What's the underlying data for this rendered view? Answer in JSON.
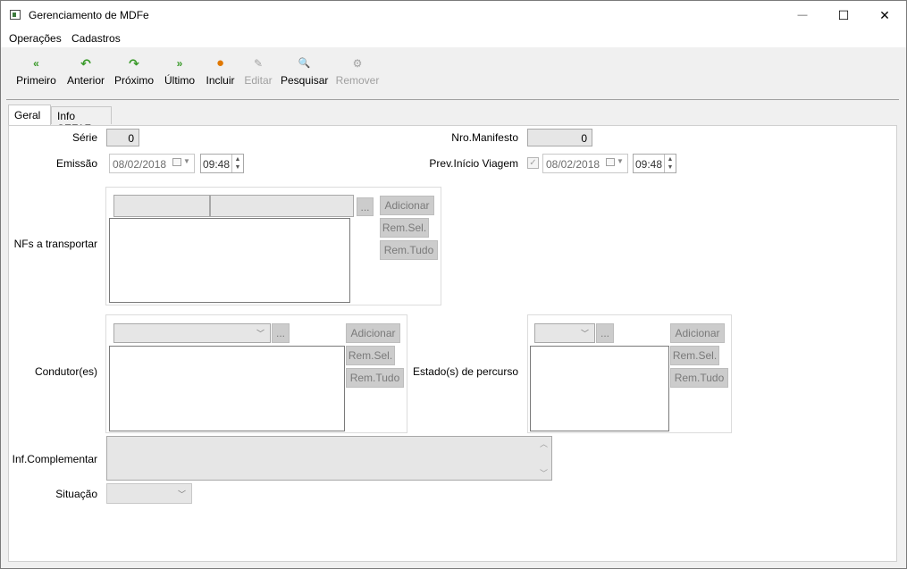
{
  "window": {
    "title": "Gerenciamento de MDFe",
    "minimize": "—",
    "maximize": "☐",
    "close": "✕"
  },
  "menu": {
    "operacoes": "Operações",
    "cadastros": "Cadastros"
  },
  "toolbar": {
    "primeiro": {
      "label": "Primeiro",
      "icon": "«"
    },
    "anterior": {
      "label": "Anterior",
      "icon": "↶"
    },
    "proximo": {
      "label": "Próximo",
      "icon": "↷"
    },
    "ultimo": {
      "label": "Último",
      "icon": "»"
    },
    "incluir": {
      "label": "Incluir",
      "icon": "●"
    },
    "editar": {
      "label": "Editar",
      "icon": "✎"
    },
    "pesquisar": {
      "label": "Pesquisar",
      "icon": "🔍"
    },
    "remover": {
      "label": "Remover",
      "icon": "⚙"
    }
  },
  "tabs": {
    "geral": "Geral",
    "info_sefaz": "Info SEFAZ"
  },
  "form": {
    "serie_label": "Série",
    "serie_value": "0",
    "nro_manifesto_label": "Nro.Manifesto",
    "nro_manifesto_value": "0",
    "emissao_label": "Emissão",
    "emissao_date": "08/02/2018",
    "emissao_time": "09:48",
    "prev_inicio_label": "Prev.Início Viagem",
    "prev_inicio_checked": "✓",
    "prev_inicio_date": "08/02/2018",
    "prev_inicio_time": "09:48",
    "nfs_label": "NFs a transportar",
    "condutores_label": "Condutor(es)",
    "estados_label": "Estado(s) de percurso",
    "inf_complementar_label": "Inf.Complementar",
    "situacao_label": "Situação",
    "ellipsis": "...",
    "btn_adicionar": "Adicionar",
    "btn_rem_sel": "Rem.Sel.",
    "btn_rem_tudo": "Rem.Tudo",
    "chevron_down": "﹀",
    "scroll_up": "︿",
    "scroll_down": "﹀",
    "spin_up": "▲",
    "spin_down": "▼",
    "dropdown_caret": "▼"
  }
}
